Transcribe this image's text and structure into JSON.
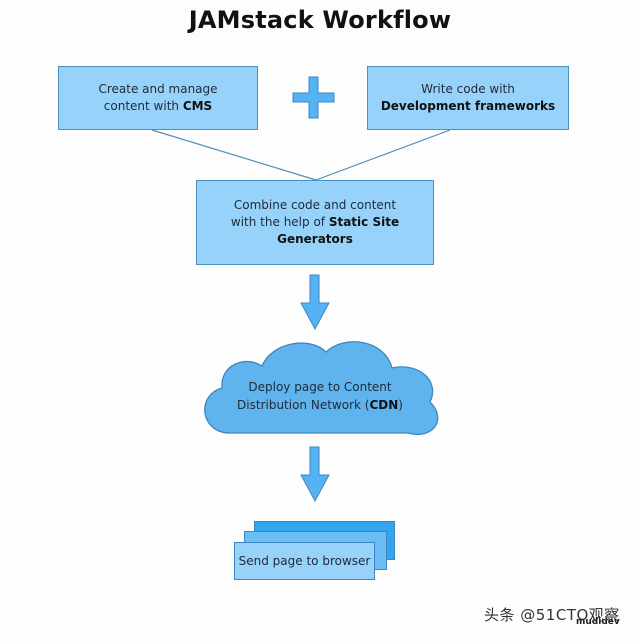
{
  "title": "JAMstack Workflow",
  "steps": {
    "cms": {
      "text": "Create and manage content with ",
      "bold": "CMS",
      "after": ""
    },
    "plus_icon": "plus-icon",
    "dev": {
      "text": "Write code with ",
      "bold": "Development frameworks",
      "after": ""
    },
    "ssg": {
      "text": "Combine code and content with the help of ",
      "bold": "Static Site Generators",
      "after": ""
    },
    "cdn": {
      "text": "Deploy page to Content Distribution Network ",
      "bold": "CDN",
      "prefix_paren": "(",
      "suffix_paren": ")"
    },
    "browser": {
      "text": "Send page to browser"
    }
  },
  "colors": {
    "box_fill": "#97d2fa",
    "box_border": "#4f8fbd",
    "cloud_fill": "#5fb4ee",
    "arrow_fill": "#55b3f3",
    "page_back": "#33a5ef",
    "page_mid": "#6bbdf5"
  },
  "watermark": {
    "text": "头条 @51CTO观察",
    "sub": "mudidev"
  }
}
